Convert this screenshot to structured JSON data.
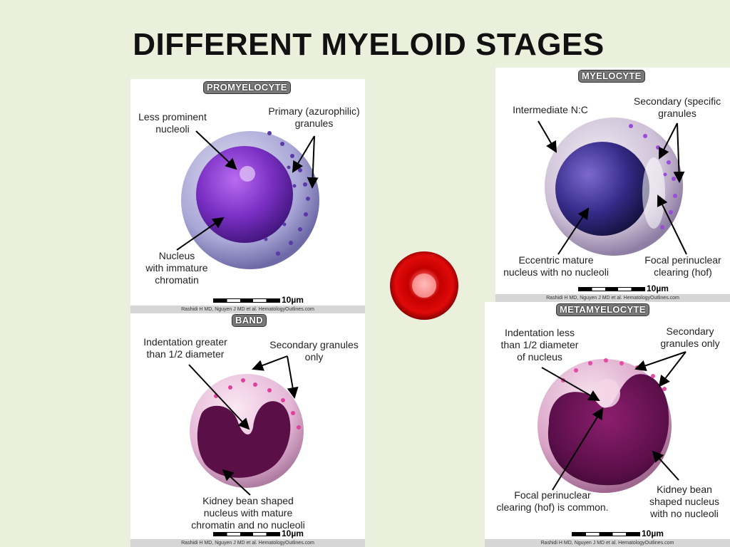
{
  "slide": {
    "title": "DIFFERENT MYELOID STAGES"
  },
  "credit": "Rashidi H MD, Nguyen J MD et al. HematologyOutlines.com",
  "scale_label": "10µm",
  "panels": {
    "promyelocyte": {
      "badge": "PROMYELOCYTE",
      "label_nucleoli": "Less prominent\nnucleoli",
      "label_granules": "Primary (azurophilic)\ngranules",
      "label_nucleus": "Nucleus\nwith immature\nchromatin"
    },
    "myelocyte": {
      "badge": "MYELOCYTE",
      "label_nc": "Intermediate N:C",
      "label_granules": "Secondary (specific\ngranules",
      "label_nucleus": "Eccentric mature\nnucleus with no nucleoli",
      "label_hof": "Focal perinuclear\nclearing (hof)"
    },
    "band": {
      "badge": "BAND",
      "label_indent": "Indentation greater\nthan 1/2 diameter",
      "label_granules": "Secondary granules\nonly",
      "label_nucleus": "Kidney bean shaped\nnucleus with mature\nchromatin and no nucleoli"
    },
    "metamyelocyte": {
      "badge": "METAMYELOCYTE",
      "label_indent": "Indentation less\nthan 1/2 diameter\nof nucleus",
      "label_granules": "Secondary\ngranules only",
      "label_hof": "Focal perinuclear\nclearing (hof) is common.",
      "label_nucleus": "Kidney bean\nshaped nucleus\nwith no nucleoli"
    }
  }
}
